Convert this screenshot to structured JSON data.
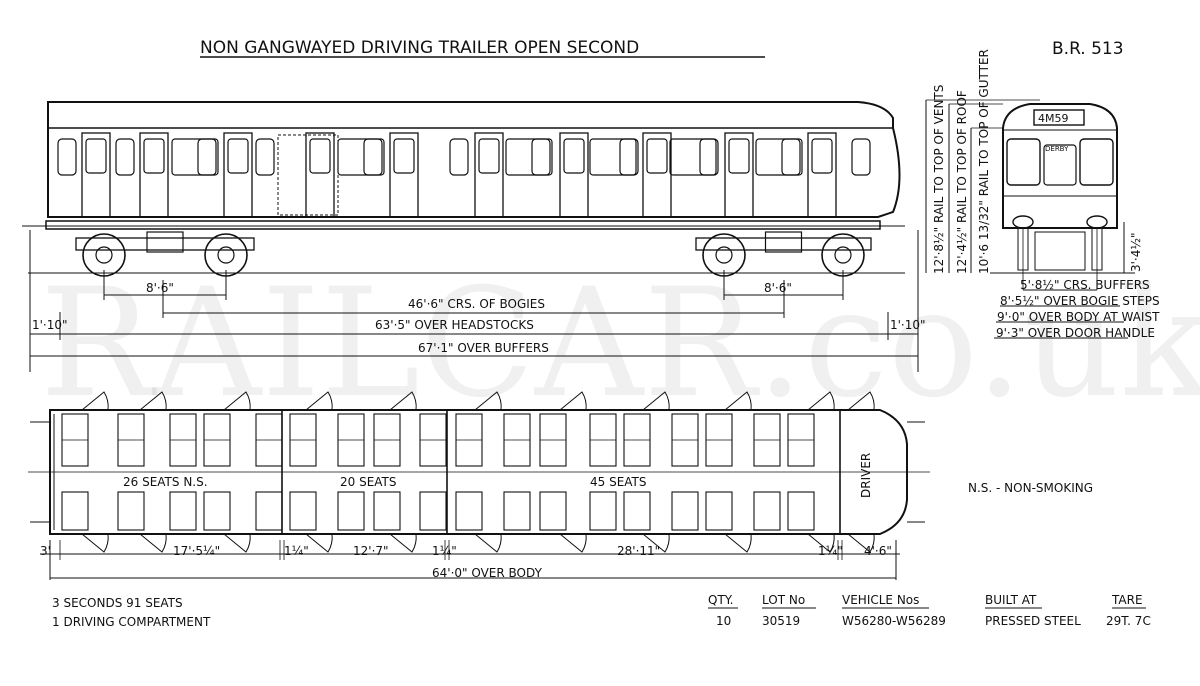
{
  "title": "NON GANGWAYED DRIVING TRAILER OPEN SECOND",
  "diagram_no": "B.R. 513",
  "watermark": "RAILCAR.co.uk",
  "front_destination": "4M59",
  "front_sign": "DERBY",
  "side_dims": {
    "bogie_wheelbase_left": "8'·6\"",
    "bogie_wheelbase_right": "8'·6\"",
    "bogie_centres": "46'·6\" CRS. OF BOGIES",
    "headstocks": "63'·5\" OVER HEADSTOCKS",
    "buffers": "67'·1\" OVER BUFFERS",
    "overhang_left": "1'·10\"",
    "overhang_right": "1'·10\""
  },
  "end_dims": {
    "top_vents": "12'·8½\" RAIL TO TOP OF VENTS",
    "top_roof": "12'·4½\" RAIL TO TOP OF ROOF",
    "top_gutter": "10'·6 13/32\" RAIL TO TOP OF GUTTER",
    "buffer_height": "3'·4½\"",
    "buffer_crs": "5'·8½\" CRS. BUFFERS",
    "bogie_steps": "8'·5½\" OVER BOGIE STEPS",
    "waist": "9'·0\" OVER BODY AT WAIST",
    "door_handle": "9'·3\" OVER DOOR HANDLE"
  },
  "plan": {
    "comp1_label": "26 SEATS N.S.",
    "comp2_label": "20 SEATS",
    "comp3_label": "45 SEATS",
    "driver_label": "DRIVER",
    "dims": [
      "3'",
      "17'·5¼\"",
      "1¼\"",
      "12'·7\"",
      "1¼\"",
      "28'·11\"",
      "1¼\"",
      "4'·6\""
    ],
    "over_body": "64'·0\" OVER BODY"
  },
  "legend": "N.S. - NON-SMOKING",
  "summary_lines": [
    "3 SECONDS   91 SEATS",
    "1 DRIVING COMPARTMENT"
  ],
  "table": {
    "headers": [
      "QTY.",
      "LOT No",
      "VEHICLE Nos",
      "BUILT AT",
      "TARE"
    ],
    "row": [
      "10",
      "30519",
      "W56280-W56289",
      "PRESSED STEEL",
      "29T. 7C"
    ]
  }
}
